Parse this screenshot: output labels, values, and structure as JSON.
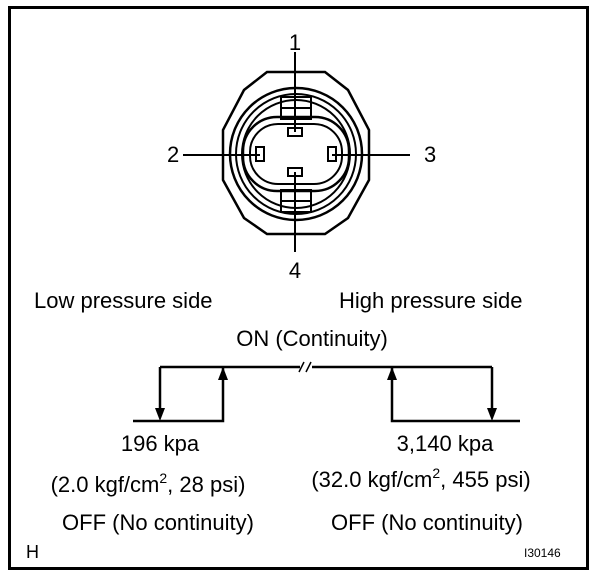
{
  "pins": {
    "p1": "1",
    "p2": "2",
    "p3": "3",
    "p4": "4"
  },
  "labels": {
    "low_side": "Low pressure side",
    "high_side": "High pressure side",
    "on_state": "ON (Continuity)"
  },
  "low": {
    "pressure": "196 kpa",
    "spec_prefix": "(2.0 kgf/cm",
    "spec_sup": "2",
    "spec_suffix": ", 28 psi)",
    "off_state": "OFF (No continuity)"
  },
  "high": {
    "pressure": "3,140 kpa",
    "spec_prefix": "(32.0 kgf/cm",
    "spec_sup": "2",
    "spec_suffix": ", 455 psi)",
    "off_state": "OFF (No continuity)"
  },
  "corner_letter": "H",
  "figure_id": "I30146"
}
